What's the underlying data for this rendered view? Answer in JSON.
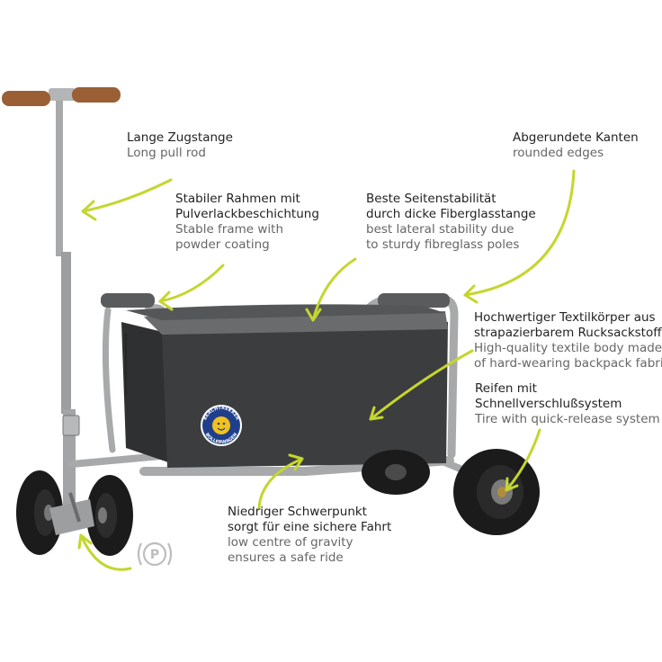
{
  "colors": {
    "arrow": "#c4d62e",
    "frame": "#a7a9ab",
    "fabric": "#3c3d3f",
    "fabric_rim": "#6a6b6d",
    "tire": "#1b1b1b",
    "grip": "#9a5f35",
    "de_text": "#222222",
    "en_text": "#666666",
    "badge_blue": "#1f3f8c",
    "badge_yellow": "#f2c21b"
  },
  "annotations": [
    {
      "id": "pull-rod",
      "de": [
        "Lange Zugstange"
      ],
      "en": [
        "Long pull rod"
      ]
    },
    {
      "id": "frame",
      "de": [
        "Stabiler Rahmen mit",
        "Pulverlackbeschichtung"
      ],
      "en": [
        "Stable frame with",
        "powder coating"
      ]
    },
    {
      "id": "stability",
      "de": [
        "Beste Seitenstabilität",
        "durch dicke Fiberglasstange"
      ],
      "en": [
        "best lateral stability due",
        "to sturdy fibreglass poles"
      ]
    },
    {
      "id": "edges",
      "de": [
        "Abgerundete Kanten"
      ],
      "en": [
        "rounded edges"
      ]
    },
    {
      "id": "textile",
      "de": [
        "Hochwertiger Textilkörper aus",
        "strapazierbarem Rucksackstoff"
      ],
      "en": [
        "High-quality textile body made",
        "of hard-wearing backpack fabric"
      ]
    },
    {
      "id": "tire",
      "de": [
        "Reifen mit",
        "Schnellverschlußsystem"
      ],
      "en": [
        "Tire with quick-release system"
      ]
    },
    {
      "id": "gravity",
      "de": [
        "Niedriger Schwerpunkt",
        "sorgt für eine sichere Fahrt"
      ],
      "en": [
        "low centre of gravity",
        "ensures a safe ride"
      ]
    }
  ],
  "parking_symbol": "P",
  "badge": {
    "text_top": "BEACHTREKKER",
    "text_bottom": "BOLLERWAGEN"
  }
}
